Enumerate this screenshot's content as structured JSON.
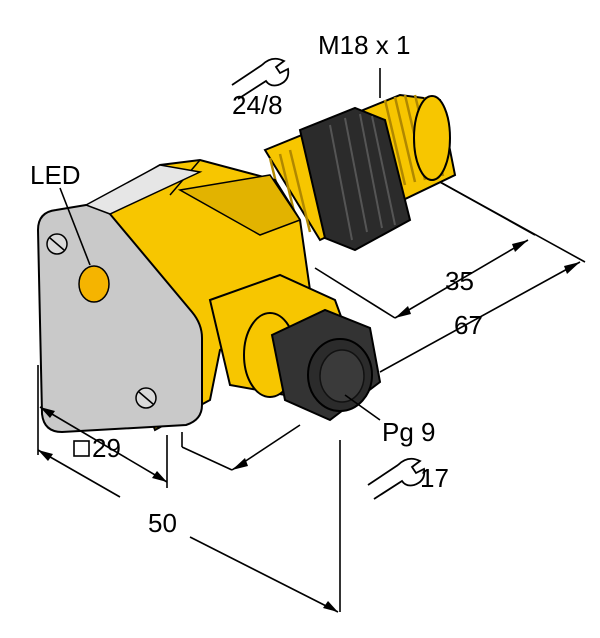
{
  "labels": {
    "thread": "M18 x 1",
    "wrench_size": "24/8",
    "led": "LED",
    "dim_35": "35",
    "dim_67": "67",
    "square_size": "29",
    "cable_gland": "Pg 9",
    "gland_wrench": "17",
    "dim_50": "50"
  },
  "colors": {
    "housing_yellow": "#F7C600",
    "housing_shadow": "#C79A00",
    "nut_dark": "#2B2B2B",
    "plate_grey": "#C9C9C9",
    "led_orange": "#F5B400"
  },
  "icons": {
    "wrench": "wrench-icon",
    "square": "square-symbol-icon"
  }
}
